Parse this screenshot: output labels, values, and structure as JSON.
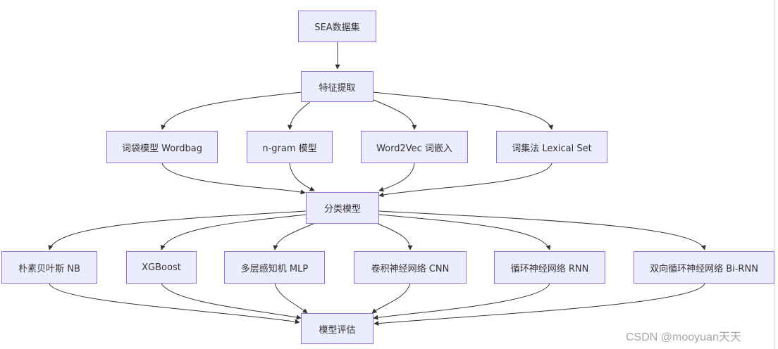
{
  "nodes": {
    "sea": "SEA数据集",
    "feat": "特征提取",
    "bow": "词袋模型 Wordbag",
    "ngram": "n-gram 模型",
    "w2v": "Word2Vec 词嵌入",
    "lex": "词集法 Lexical Set",
    "cls": "分类模型",
    "nb": "朴素贝叶斯 NB",
    "xgb": "XGBoost",
    "mlp": "多层感知机 MLP",
    "cnn": "卷积神经网络 CNN",
    "rnn": "循环神经网络 RNN",
    "birnn": "双向循环神经网络 Bi-RNN",
    "eval": "模型评估"
  },
  "watermark": "CSDN @mooyuan天天",
  "colors": {
    "node_fill": "#ececff",
    "node_border": "#9370db",
    "edge": "#333333"
  }
}
